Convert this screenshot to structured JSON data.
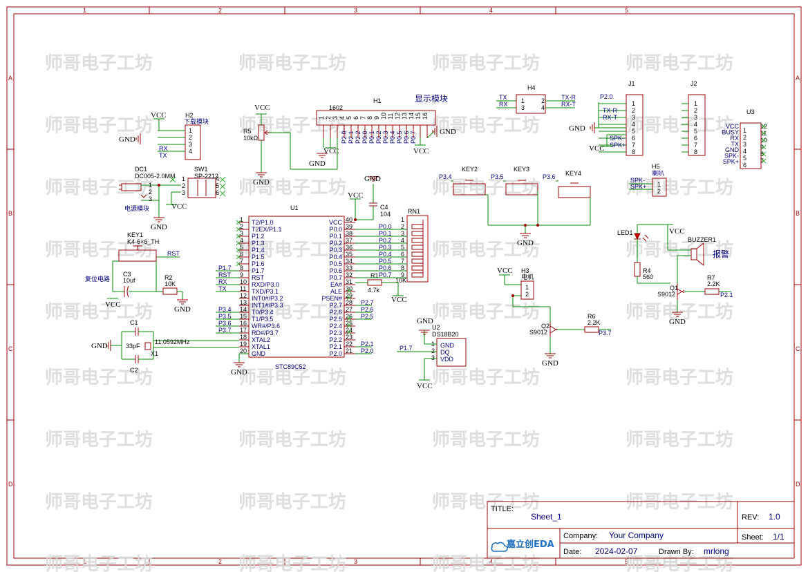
{
  "watermark": "师哥电子工坊",
  "ruler": {
    "columns": [
      "1",
      "2",
      "3",
      "4",
      "5"
    ],
    "rows": [
      "A",
      "B",
      "C",
      "D"
    ]
  },
  "title_block": {
    "title_label": "TITLE:",
    "title": "Sheet_1",
    "rev_label": "REV:",
    "rev": "1.0",
    "company_label": "Company:",
    "company": "Your Company",
    "sheet_label": "Sheet:",
    "sheet": "1/1",
    "date_label": "Date:",
    "date": "2024-02-07",
    "drawn_label": "Drawn By:",
    "drawn_by": "mrlong",
    "logo_text": "嘉立创EDA"
  },
  "power": {
    "vcc": "VCC",
    "gnd": "GND"
  },
  "components": {
    "u1": {
      "ref": "U1",
      "value": "STC89C52",
      "left_pins": [
        {
          "num": "1",
          "name": "T2/P1.0"
        },
        {
          "num": "2",
          "name": "T2EX/P1.1"
        },
        {
          "num": "3",
          "name": "P1.2"
        },
        {
          "num": "4",
          "name": "P1.3"
        },
        {
          "num": "5",
          "name": "P1.4"
        },
        {
          "num": "6",
          "name": "P1.5"
        },
        {
          "num": "7",
          "name": "P1.6"
        },
        {
          "num": "8",
          "name": "P1.7"
        },
        {
          "num": "9",
          "name": "RST"
        },
        {
          "num": "10",
          "name": "RXD/P3.0"
        },
        {
          "num": "11",
          "name": "TXD/P3.1"
        },
        {
          "num": "12",
          "name": "INT0#/P3.2"
        },
        {
          "num": "13",
          "name": "INT1#/P3.3"
        },
        {
          "num": "14",
          "name": "T0/P3.4"
        },
        {
          "num": "15",
          "name": "T1/P3.5"
        },
        {
          "num": "16",
          "name": "WR#/P3.6"
        },
        {
          "num": "17",
          "name": "RD#/P3.7"
        },
        {
          "num": "18",
          "name": "XTAL2"
        },
        {
          "num": "19",
          "name": "XTAL1"
        },
        {
          "num": "20",
          "name": "GND"
        }
      ],
      "right_pins": [
        {
          "num": "40",
          "name": "VCC"
        },
        {
          "num": "39",
          "name": "P0.0"
        },
        {
          "num": "38",
          "name": "P0.1"
        },
        {
          "num": "37",
          "name": "P0.2"
        },
        {
          "num": "36",
          "name": "P0.3"
        },
        {
          "num": "35",
          "name": "P0.4"
        },
        {
          "num": "34",
          "name": "P0.5"
        },
        {
          "num": "33",
          "name": "P0.6"
        },
        {
          "num": "32",
          "name": "P0.7"
        },
        {
          "num": "31",
          "name": "EA#"
        },
        {
          "num": "30",
          "name": "ALE"
        },
        {
          "num": "29",
          "name": "PSEN#"
        },
        {
          "num": "28",
          "name": "P2.7"
        },
        {
          "num": "27",
          "name": "P2.6"
        },
        {
          "num": "26",
          "name": "P2.5"
        },
        {
          "num": "25",
          "name": "P2.4"
        },
        {
          "num": "24",
          "name": "P2.3"
        },
        {
          "num": "23",
          "name": "P2.2"
        },
        {
          "num": "22",
          "name": "P2.1"
        },
        {
          "num": "21",
          "name": "P2.0"
        }
      ],
      "left_nets": [
        "P1.7",
        "RST",
        "RX",
        "TX",
        "P3.4",
        "P3.5",
        "P3.6",
        "P3.7"
      ],
      "right_nets": [
        "P0.0",
        "P0.1",
        "P0.2",
        "P0.3",
        "P0.4",
        "P0.5",
        "P0.6",
        "P0.7",
        "P2.7",
        "P2.6",
        "P2.5",
        "P2.1",
        "P2.0"
      ]
    },
    "h1": {
      "ref": "H1",
      "value": "1602",
      "title": "显示模块",
      "pins": [
        "1",
        "2",
        "3",
        "4",
        "5",
        "6",
        "7",
        "8",
        "9",
        "10",
        "11",
        "12",
        "13",
        "14",
        "15",
        "16"
      ],
      "nets": [
        "P2.0",
        "P2.1",
        "P2.2",
        "P0.0",
        "P0.1",
        "P0.2",
        "P0.3",
        "P0.4",
        "P0.5",
        "P0.6",
        "P0.7"
      ]
    },
    "h2": {
      "ref": "H2",
      "value": "下载模块",
      "pins": [
        "1",
        "2",
        "3",
        "4"
      ],
      "nets": [
        "RX",
        "TX"
      ]
    },
    "h3": {
      "ref": "H3",
      "value": "电机",
      "pins": [
        "1",
        "2"
      ]
    },
    "h4": {
      "ref": "H4",
      "pins": [
        "1",
        "2",
        "3",
        "4"
      ],
      "nets": [
        "TX",
        "RX",
        "TX-R",
        "RX-T"
      ]
    },
    "h5": {
      "ref": "H5",
      "value": "喇叭",
      "pins": [
        "1",
        "2"
      ],
      "nets": [
        "SPK-",
        "SPK+"
      ]
    },
    "j1": {
      "ref": "J1",
      "pins": [
        "1",
        "2",
        "3",
        "4",
        "5",
        "6",
        "7",
        "8"
      ],
      "nets": [
        "P2.0",
        "TX-R",
        "RX-T",
        "SPK-",
        "SPK+"
      ]
    },
    "j2": {
      "ref": "J2",
      "pins": [
        "1",
        "2",
        "3",
        "4",
        "5",
        "6",
        "7",
        "8"
      ]
    },
    "u2": {
      "ref": "U2",
      "value": "DS18B20",
      "pins": [
        {
          "num": "1",
          "name": "GND"
        },
        {
          "num": "2",
          "name": "DQ"
        },
        {
          "num": "3",
          "name": "VDD"
        }
      ],
      "net": "P1.7"
    },
    "u3": {
      "ref": "U3",
      "left_names": [
        "VCC",
        "BUSY",
        "RX",
        "TX",
        "GND",
        "SPK-",
        "SPK+"
      ],
      "left_pins": [
        "1",
        "2",
        "3",
        "4",
        "5",
        "6"
      ],
      "right_pins": [
        "12",
        "11",
        "10",
        "9",
        "8",
        "7"
      ]
    },
    "r5": {
      "ref": "R5",
      "value": "10kΩ"
    },
    "dc1": {
      "ref": "DC1",
      "value": "DC005-2.0MM",
      "label": "电源模块"
    },
    "sw1": {
      "ref": "SW1",
      "value": "SP-2212",
      "pins": [
        "1",
        "2",
        "3",
        "4",
        "5",
        "6"
      ]
    },
    "key1": {
      "ref": "KEY1",
      "value": "K4-6×6_TH",
      "net": "RST",
      "label": "复位电路"
    },
    "c3": {
      "ref": "C3",
      "value": "10uf"
    },
    "r2": {
      "ref": "R2",
      "value": "10K"
    },
    "c1": {
      "ref": "C1",
      "value": ""
    },
    "c2": {
      "ref": "C2",
      "value": ""
    },
    "cap_value": "33pF",
    "x1": {
      "ref": "X1",
      "value": "11.0592MHz"
    },
    "c4": {
      "ref": "C4",
      "value": "104"
    },
    "rn1": {
      "ref": "RN1",
      "value": "10K",
      "pins": [
        "1",
        "2",
        "3",
        "4",
        "5",
        "6",
        "7",
        "8",
        "9"
      ]
    },
    "r1": {
      "ref": "R1",
      "value": "4.7k"
    },
    "key2": {
      "ref": "KEY2",
      "net": "P3.4"
    },
    "key3": {
      "ref": "KEY3",
      "net": "P3.5"
    },
    "key4": {
      "ref": "KEY4",
      "net": "P3.6"
    },
    "led1": {
      "ref": "LED1"
    },
    "r4": {
      "ref": "R4",
      "value": "560"
    },
    "buzzer1": {
      "ref": "BUZZER1",
      "label": "报警"
    },
    "q1": {
      "ref": "Q1",
      "value": "S9012"
    },
    "r7": {
      "ref": "R7",
      "value": "2.2K",
      "net": "P2.1"
    },
    "q2": {
      "ref": "Q2",
      "value": "S9012"
    },
    "r6": {
      "ref": "R6",
      "value": "2.2K",
      "net": "P3.7"
    }
  }
}
